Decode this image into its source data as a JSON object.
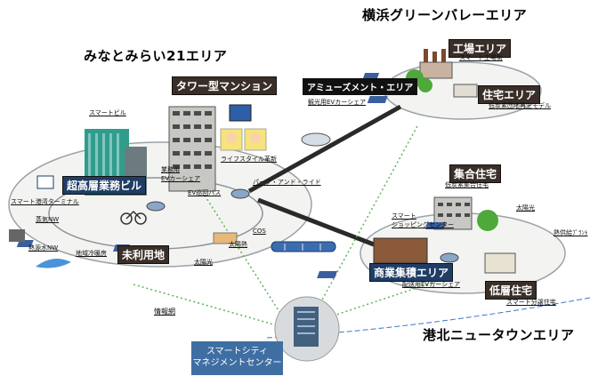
{
  "areas": {
    "minato": "みなとみらい21エリア",
    "green_valley": "横浜グリーンバレーエリア",
    "kohoku": "港北ニュータウンエリア"
  },
  "tags": {
    "tower_mansion": "タワー型マンション",
    "amusement": "アミューズメント・エリア",
    "factory": "工場エリア",
    "housing": "住宅エリア",
    "office": "超高層業務ビル",
    "unused_land": "未利用地",
    "apartment": "集合住宅",
    "commercial": "商業集積エリア",
    "low_rise": "低層住宅"
  },
  "labels": {
    "smart_building": "スマートビル",
    "commercial_ev_car": "業務用\nEVカーシェア",
    "lifestyle_reform": "ライフスタイル革新",
    "ev_bus": "EV巡回バス",
    "park_and_ride": "パーク・アンド・ライド",
    "tourism_ev": "観光用EVカーシェア",
    "smart_factory": "スマート工場街",
    "low_carbon_house": "低炭素団地再生モデル",
    "smart_harbor": "スマート港湾ターミナル",
    "steam_nw": "蒸気NW",
    "heat_river": "熱源水NW",
    "regional_cooling": "地域冷暖房",
    "solar_left": "太陽光",
    "cos": "COS",
    "solar_heat": "太陽熱",
    "smart_apartment": "低炭素集合住宅",
    "solar_right": "太陽光",
    "heat_supply": "熱供給ﾌﾟﾗﾝﾄ",
    "smart_shopping": "スマート\nショッピングセンター",
    "delivery_ev": "配送用EVカーシェア",
    "smart_detached": "スマート分譲住宅",
    "info_network": "情報網"
  },
  "center": "スマートシティ\nマネジメントセンター",
  "colors": {
    "area_ellipse": "#f4f5f2",
    "center_box": "#3f6ea3",
    "dotted_link": "#5fb35a",
    "road": "#2a2a2a",
    "border_line": "#3d74c4",
    "tag_dark": "#3a2f28"
  }
}
